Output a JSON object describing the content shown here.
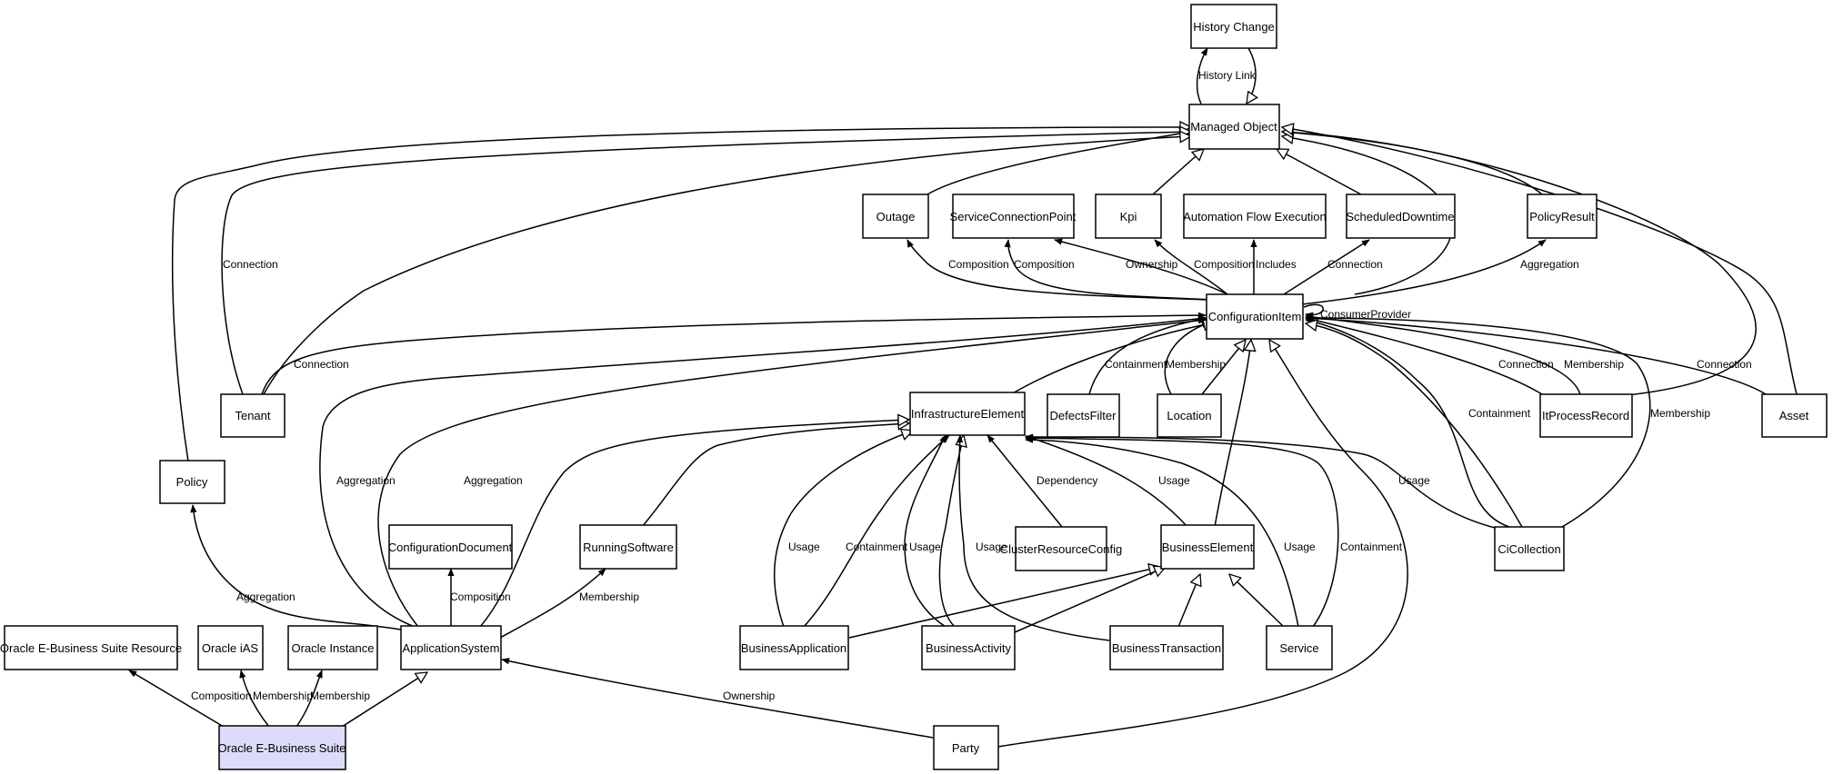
{
  "highlight_color": "#dcdcfa",
  "nodes": {
    "history_change": "History Change",
    "managed_object": "Managed Object",
    "outage": "Outage",
    "service_connection_point": "ServiceConnectionPoint",
    "kpi": "Kpi",
    "automation_flow_execution": "Automation Flow Execution",
    "scheduled_downtime": "ScheduledDowntime",
    "policy_result": "PolicyResult",
    "configuration_item": "ConfigurationItem",
    "tenant": "Tenant",
    "infrastructure_element": "InfrastructureElement",
    "defects_filter": "DefectsFilter",
    "location": "Location",
    "it_process_record": "ItProcessRecord",
    "asset": "Asset",
    "policy": "Policy",
    "configuration_document": "ConfigurationDocument",
    "running_software": "RunningSoftware",
    "cluster_resource_config": "ClusterResourceConfig",
    "business_element": "BusinessElement",
    "ci_collection": "CiCollection",
    "oracle_ebs_resource": "Oracle E-Business Suite Resource",
    "oracle_ias": "Oracle iAS",
    "oracle_instance": "Oracle Instance",
    "application_system": "ApplicationSystem",
    "business_application": "BusinessApplication",
    "business_activity": "BusinessActivity",
    "business_transaction": "BusinessTransaction",
    "service": "Service",
    "oracle_ebs": "Oracle E-Business Suite",
    "party": "Party"
  },
  "edge_labels": {
    "history_link": "History Link",
    "comp_outage": "Composition",
    "comp_scp": "Composition",
    "own_kpi": "Ownership",
    "comp_kpi": "Composition",
    "includes": "Includes",
    "conn_sd": "Connection",
    "agg_pr": "Aggregation",
    "consumer_provider": "ConsumerProvider",
    "conn_mo_tenant": "Connection",
    "conn_tenant_ci": "Connection",
    "containment_df": "Containment",
    "membership_loc": "Membership",
    "conn_itpr": "Connection",
    "memb_itpr": "Membership",
    "conn_asset": "Connection",
    "containment_cic": "Containment",
    "membership_cic": "Membership",
    "agg_as1": "Aggregation",
    "agg_as2": "Aggregation",
    "dependency": "Dependency",
    "usage_be": "Usage",
    "usage_cic": "Usage",
    "comp_cd": "Composition",
    "memb_rs": "Membership",
    "agg_policy": "Aggregation",
    "usage_ba": "Usage",
    "containment_ba": "Containment",
    "usage_bact": "Usage",
    "usage_bt": "Usage",
    "usage_svc": "Usage",
    "containment_svc": "Containment",
    "comp_ebs": "Composition",
    "memb_ias": "Membership",
    "memb_inst": "Membership",
    "ownership_party": "Ownership"
  }
}
